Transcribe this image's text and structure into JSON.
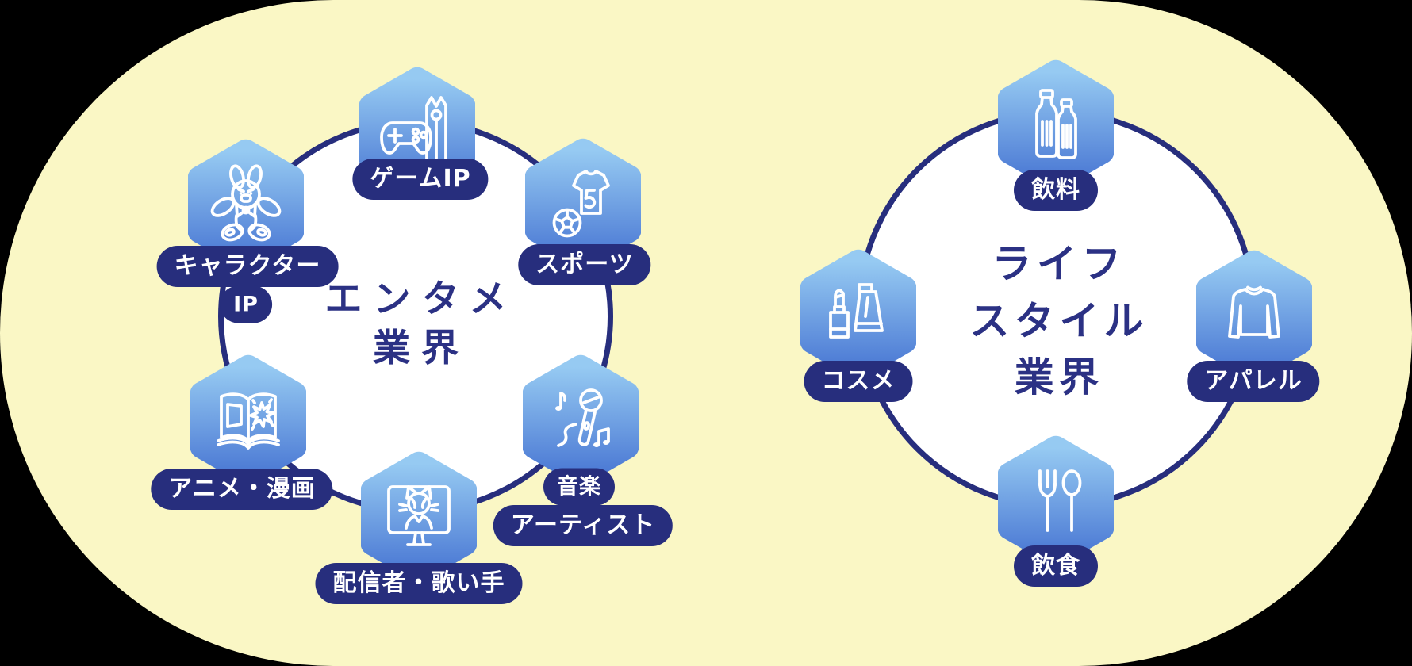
{
  "background": {
    "shape_fill": "#FAF7C5",
    "outside_fill": "#000000"
  },
  "colors": {
    "navy": "#272E7D",
    "title_navy": "#2B3184",
    "hex_gradient_top": "#96CAF2",
    "hex_gradient_bottom": "#4B79D4",
    "icon_line": "#FFFFFF",
    "circle_fill": "#FFFFFF"
  },
  "left_group": {
    "title_lines": [
      "エンタメ",
      "業界"
    ],
    "items": [
      {
        "id": "game-ip",
        "icon": "game-controller-icon",
        "label_lines": [
          "ゲームIP"
        ]
      },
      {
        "id": "character-ip",
        "icon": "stuffed-rabbit-icon",
        "label_lines": [
          "キャラクター",
          "IP"
        ]
      },
      {
        "id": "sports",
        "icon": "soccer-jersey-icon",
        "label_lines": [
          "スポーツ"
        ]
      },
      {
        "id": "anime-manga",
        "icon": "manga-book-icon",
        "label_lines": [
          "アニメ・漫画"
        ]
      },
      {
        "id": "music-artist",
        "icon": "microphone-icon",
        "label_lines": [
          "音楽",
          "アーティスト"
        ]
      },
      {
        "id": "streamer-singer",
        "icon": "streamer-monitor-icon",
        "label_lines": [
          "配信者・歌い手"
        ]
      }
    ]
  },
  "right_group": {
    "title_lines": [
      "ライフ",
      "スタイル",
      "業界"
    ],
    "items": [
      {
        "id": "beverage",
        "icon": "bottles-icon",
        "label_lines": [
          "飲料"
        ]
      },
      {
        "id": "apparel",
        "icon": "shirt-icon",
        "label_lines": [
          "アパレル"
        ]
      },
      {
        "id": "cosmetics",
        "icon": "cosmetics-icon",
        "label_lines": [
          "コスメ"
        ]
      },
      {
        "id": "food",
        "icon": "cutlery-icon",
        "label_lines": [
          "飲食"
        ]
      }
    ]
  }
}
